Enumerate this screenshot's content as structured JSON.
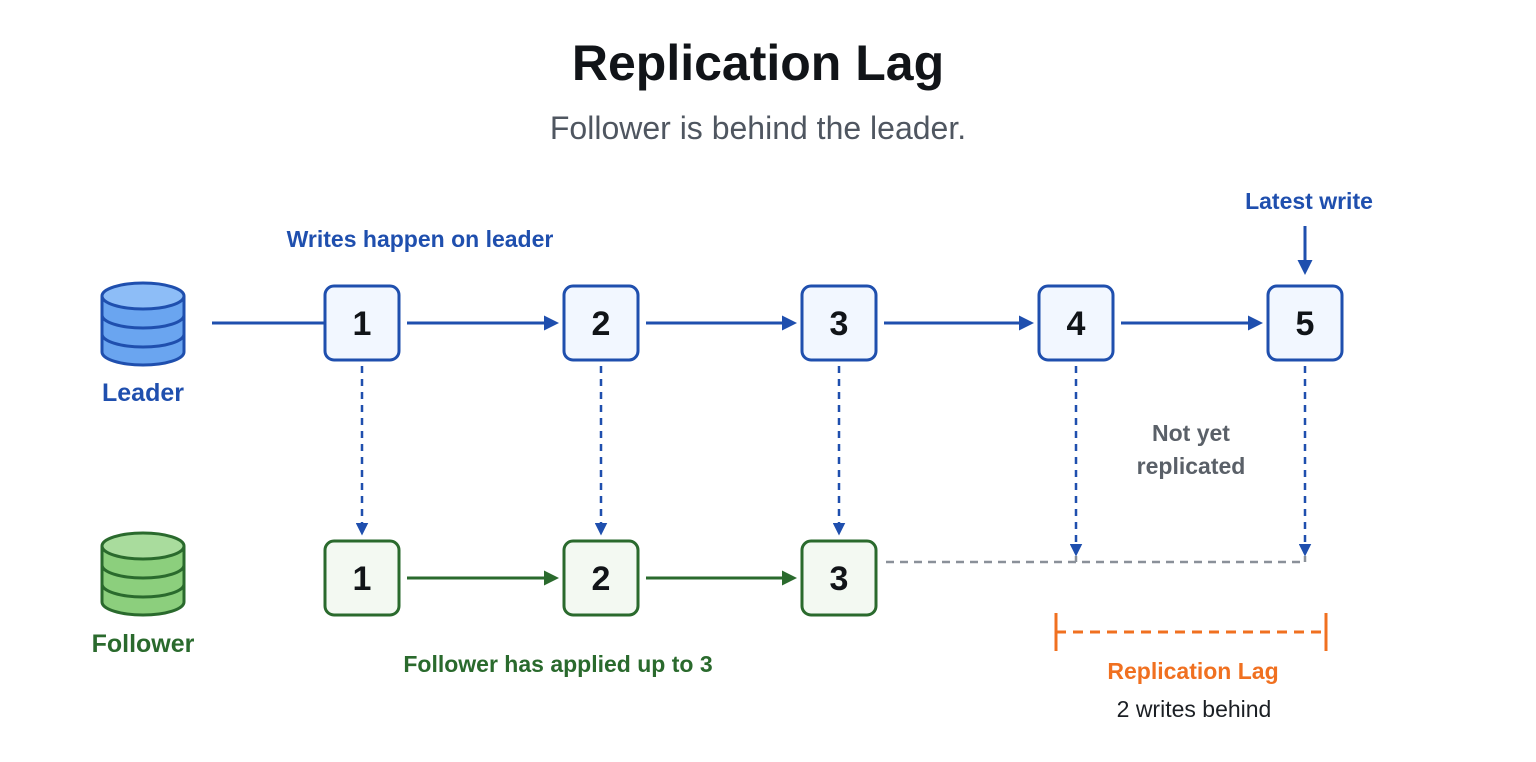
{
  "title": "Replication Lag",
  "subtitle": "Follower is behind the leader.",
  "colors": {
    "leader": "#1f4fae",
    "leader_fill": "#f2f7ff",
    "leader_db": "#6aa5f0",
    "follower": "#2a6a2d",
    "follower_fill": "#f3f9f2",
    "follower_db": "#8ccf7d",
    "pending_line": "#8a9099",
    "lag": "#f07020",
    "muted_text": "#5a6068"
  },
  "leader": {
    "label": "Leader",
    "icon": "database-icon",
    "annotation": "Writes happen on leader",
    "writes": [
      "1",
      "2",
      "3",
      "4",
      "5"
    ]
  },
  "follower": {
    "label": "Follower",
    "icon": "database-icon",
    "annotation": "Follower has applied up to 3",
    "applied": [
      "1",
      "2",
      "3"
    ]
  },
  "latest_write_label": "Latest write",
  "not_replicated_label": [
    "Not yet",
    "replicated"
  ],
  "lag": {
    "label": "Replication Lag",
    "detail": "2 writes behind"
  }
}
